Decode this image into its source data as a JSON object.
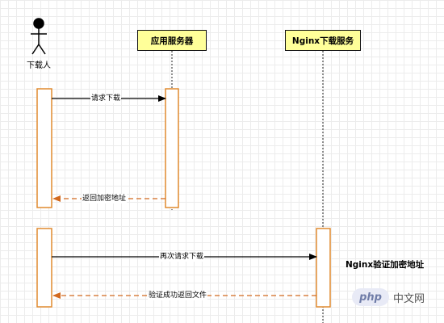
{
  "actor": {
    "label": "下载人"
  },
  "participants": [
    {
      "label": "应用服务器"
    },
    {
      "label": "Nginx下载服务"
    }
  ],
  "messages": [
    {
      "label": "请求下载",
      "style": "solid"
    },
    {
      "label": "返回加密地址",
      "style": "dashed"
    },
    {
      "label": "再次请求下载",
      "style": "solid"
    },
    {
      "label": "验证成功返回文件",
      "style": "dashed"
    }
  ],
  "note": {
    "label": "Nginx验证加密地址"
  },
  "watermark": {
    "logo": "php",
    "text": "中文网"
  },
  "colors": {
    "participant_fill": "#ffff99",
    "activation_border": "#e08a2e",
    "return_arrow": "#d2691e",
    "call_arrow": "#000000",
    "grid": "#ececec"
  }
}
